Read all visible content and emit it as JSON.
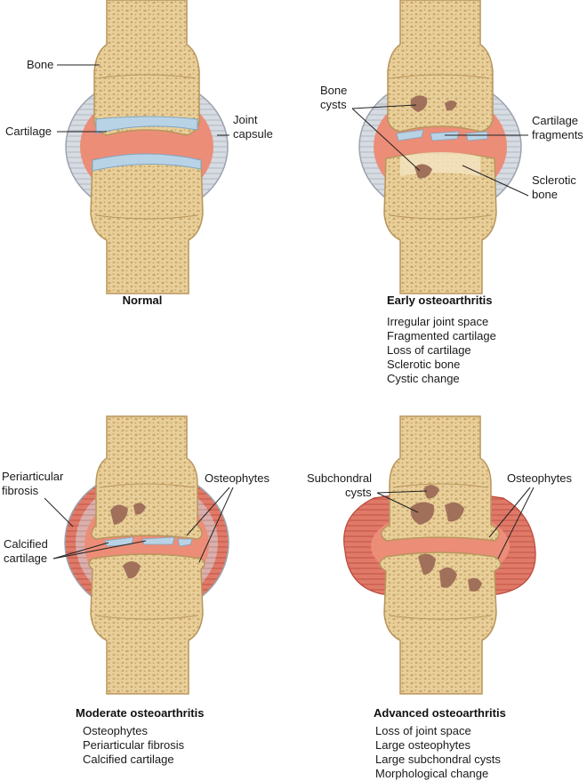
{
  "colors": {
    "bone": "#e9cf9a",
    "bone_edge": "#b8965c",
    "bone_pore": "#c9a868",
    "cartilage": "#b9d3e6",
    "synovial": "#ec8d78",
    "capsule": "#c9ced6",
    "fibrosis": "#d9685a",
    "cyst": "#a0705a"
  },
  "panels": {
    "normal": {
      "title": "Normal",
      "labels": {
        "bone": "Bone",
        "cartilage": "Cartilage",
        "capsule_1": "Joint",
        "capsule_2": "capsule"
      }
    },
    "early": {
      "title": "Early osteoarthritis",
      "labels": {
        "cysts_1": "Bone",
        "cysts_2": "cysts",
        "fragments_1": "Cartilage",
        "fragments_2": "fragments",
        "sclerotic_1": "Sclerotic",
        "sclerotic_2": "bone"
      },
      "features": [
        "Irregular joint space",
        "Fragmented cartilage",
        "Loss of cartilage",
        "Sclerotic bone",
        "Cystic change"
      ]
    },
    "moderate": {
      "title": "Moderate osteoarthritis",
      "labels": {
        "fibrosis_1": "Periarticular",
        "fibrosis_2": "fibrosis",
        "calcified_1": "Calcified",
        "calcified_2": "cartilage",
        "osteophytes": "Osteophytes"
      },
      "features": [
        "Osteophytes",
        "Periarticular fibrosis",
        "Calcified cartilage"
      ]
    },
    "advanced": {
      "title": "Advanced osteoarthritis",
      "labels": {
        "subchondral_1": "Subchondral",
        "subchondral_2": "cysts",
        "osteophytes": "Osteophytes"
      },
      "features": [
        "Loss of joint space",
        "Large osteophytes",
        "Large subchondral cysts",
        "Morphological change"
      ]
    }
  }
}
